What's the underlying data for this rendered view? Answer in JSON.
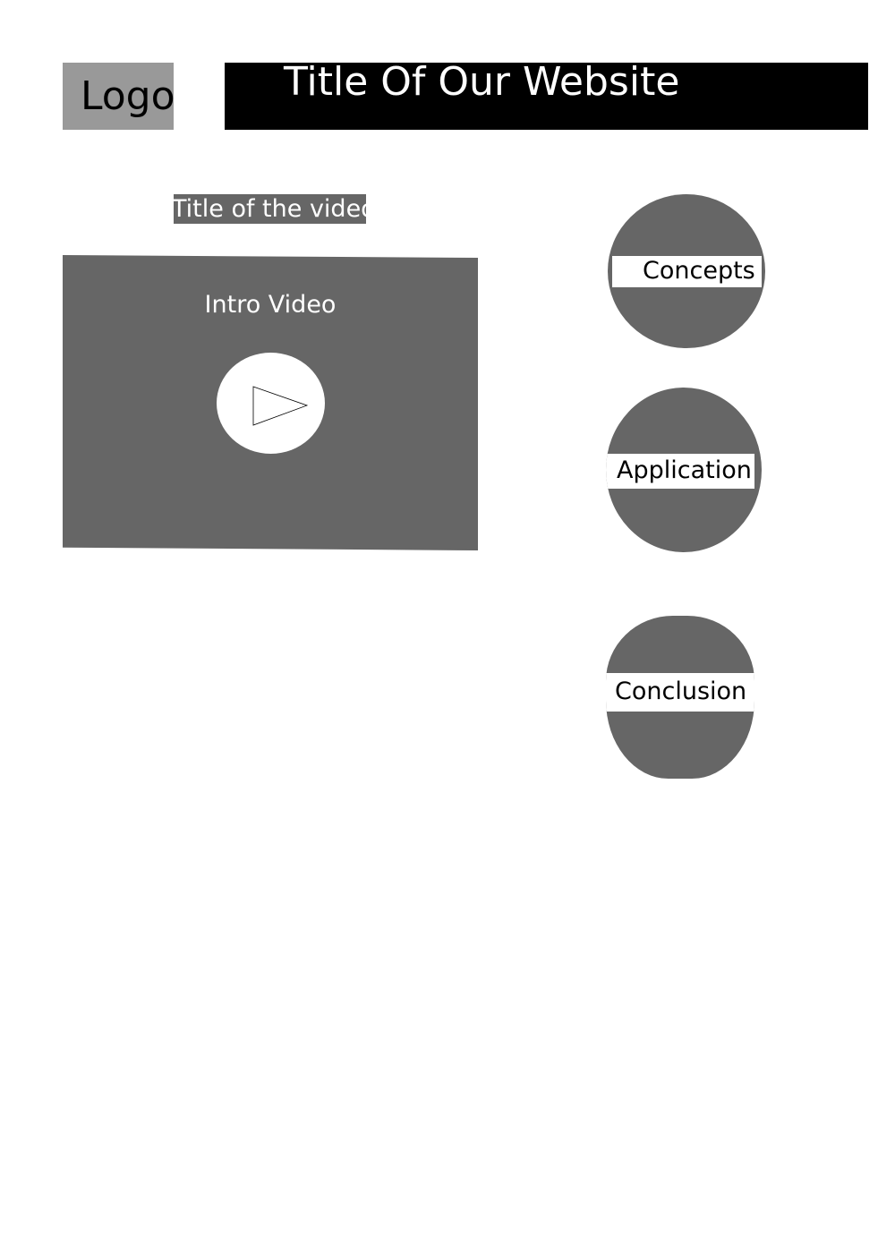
{
  "header": {
    "logo_text": "Logo",
    "site_title": "Title Of Our Website"
  },
  "video": {
    "title": "Title of the video",
    "label": "Intro Video"
  },
  "nav": {
    "items": [
      {
        "label": "Concepts"
      },
      {
        "label": "Application"
      },
      {
        "label": "Conclusion"
      }
    ]
  },
  "colors": {
    "logo_bg": "#999999",
    "title_bg": "#000000",
    "panel_bg": "#666666",
    "text_light": "#ffffff",
    "text_dark": "#000000"
  },
  "icons": {
    "play": "play-triangle-icon"
  }
}
